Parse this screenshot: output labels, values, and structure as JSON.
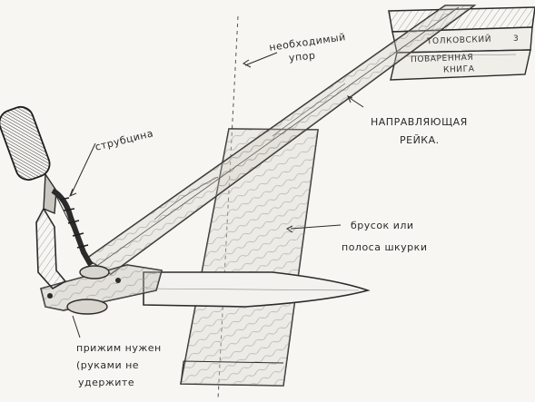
{
  "labels": {
    "stop": [
      "необходимый",
      "упор"
    ],
    "book": [
      "ТОЛКОВСКИЙ",
      "3",
      "ПОВАРЕННАЯ",
      "КНИГА"
    ],
    "guide_rail": [
      "НАПРАВЛЯЮЩАЯ",
      "РЕЙКА."
    ],
    "clamp": "струбцина",
    "whetstone": [
      "брусок или",
      "полоса шкурки"
    ],
    "pressure": [
      "прижим нужен",
      "(руками не",
      "удержите"
    ]
  },
  "colors": {
    "paper": "#f7f6f2",
    "pencil": "#2b2b2b",
    "shading": "#6e6e6e"
  }
}
